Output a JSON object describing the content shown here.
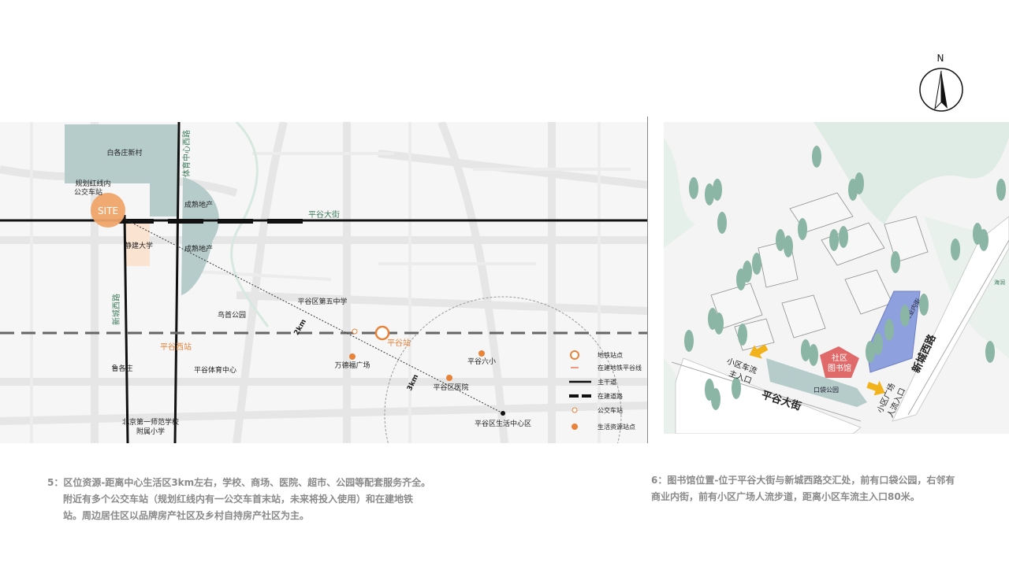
{
  "left_map": {
    "labels": {
      "baiguzhuang": "白各庄新村",
      "bus_stop_note_line1": "规划红线内",
      "bus_stop_note_line2": "公交车站",
      "site": "SITE",
      "tiyu_road": "体育中心西路",
      "chengshu1": "成熟地产",
      "chengshu2": "成熟地产",
      "pinggu_street": "平谷大街",
      "daxue": "静建大学",
      "xincheng_road": "新城西路",
      "wuzhong": "平谷区第五中学",
      "niaochao_park": "鸟首公园",
      "dist_2km": "2km",
      "dist_3km": "3km",
      "pinggu_west_station": "平谷西站",
      "pinggu_station": "平谷站",
      "wandefu": "万德福广场",
      "pinggu_liuxiao": "平谷六小",
      "hospital": "平谷区医院",
      "lugeshan": "鲁各庄",
      "sports_center": "平谷体育中心",
      "shifan_line1": "北京第一师范学校",
      "shifan_line2": "附属小学",
      "life_center": "平谷区生活中心区"
    },
    "legend": [
      {
        "symbol": "metro-station",
        "label": "地铁站点"
      },
      {
        "symbol": "metro-line",
        "label": "在建地铁平谷线"
      },
      {
        "symbol": "main-road",
        "label": "主干道"
      },
      {
        "symbol": "road-under-construction",
        "label": "在建道路"
      },
      {
        "symbol": "bus-stop",
        "label": "公交车站"
      },
      {
        "symbol": "life-resource",
        "label": "生活资源站点"
      }
    ],
    "colors": {
      "accent": "#e8833a",
      "park": "#b6cccb",
      "road": "#111111",
      "metro": "#666666"
    }
  },
  "right_map": {
    "labels": {
      "library_line1": "社区",
      "library_line2": "图书馆",
      "commercial": "商业内街",
      "xincheng_road": "新城西路",
      "pinggu_street": "平谷大街",
      "pocket_park": "口袋公园",
      "car_entry_line1": "小区车流",
      "car_entry_line2": "主入口",
      "plaza_entry_line1": "小区广场",
      "plaza_entry_line2": "人流入口",
      "corner": "海润"
    },
    "colors": {
      "library": "#e06a6a",
      "commercial": "#8ea0dd",
      "tree": "#8bb5a5",
      "arrow": "#f2b21c"
    }
  },
  "compass": {
    "north_label": "N"
  },
  "captions": {
    "left_line1": "5：区位资源-距离中心生活区3km左右，学校、商场、医院、超市、公园等配套服务齐全。",
    "left_line2": "附近有多个公交车站（规划红线内有一公交车首末站，未来将投入使用）和在建地铁",
    "left_line3": "站。周边居住区以品牌房产社区及乡村自持房产社区为主。",
    "right_line1": "6：图书馆位置-位于平谷大街与新城西路交汇处，前有口袋公园，右邻有",
    "right_line2": "商业内街，前有小区广场人流步道，距离小区车流主入口80米。"
  }
}
